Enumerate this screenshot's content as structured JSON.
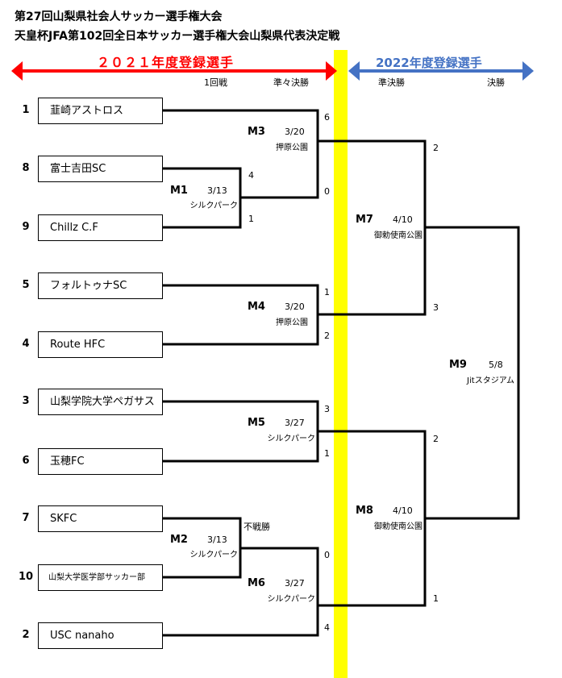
{
  "titles": {
    "line1": "第27回山梨県社会人サッカー選手権大会",
    "line2": "天皇杯JFA第102回全日本サッカー選手権大会山梨県代表決定戦"
  },
  "banners": {
    "left": "２０２１年度登録選手",
    "right": "2022年度登録選手",
    "left_color": "#ff0000",
    "right_color": "#4472c4",
    "divider_color": "#ffff00"
  },
  "round_headers": {
    "r1": "1回戦",
    "qf": "準々決勝",
    "sf": "準決勝",
    "final": "決勝"
  },
  "teams": [
    {
      "seed": "1",
      "name": "韮崎アストロス"
    },
    {
      "seed": "8",
      "name": "富士吉田SC"
    },
    {
      "seed": "9",
      "name": "Chillz C.F"
    },
    {
      "seed": "5",
      "name": "フォルトゥナSC"
    },
    {
      "seed": "4",
      "name": "Route HFC"
    },
    {
      "seed": "3",
      "name": "山梨学院大学ペガサス"
    },
    {
      "seed": "6",
      "name": "玉穂FC"
    },
    {
      "seed": "7",
      "name": "SKFC"
    },
    {
      "seed": "10",
      "name": "山梨大学医学部サッカー部"
    },
    {
      "seed": "2",
      "name": "USC nanaho"
    }
  ],
  "matches": {
    "m1": {
      "id": "M1",
      "date": "3/13",
      "venue": "シルクパーク"
    },
    "m2": {
      "id": "M2",
      "date": "3/13",
      "venue": "シルクパーク"
    },
    "m3": {
      "id": "M3",
      "date": "3/20",
      "venue": "押原公園"
    },
    "m4": {
      "id": "M4",
      "date": "3/20",
      "venue": "押原公園"
    },
    "m5": {
      "id": "M5",
      "date": "3/27",
      "venue": "シルクパーク"
    },
    "m6": {
      "id": "M6",
      "date": "3/27",
      "venue": "シルクパーク"
    },
    "m7": {
      "id": "M7",
      "date": "4/10",
      "venue": "御勅使南公園"
    },
    "m8": {
      "id": "M8",
      "date": "4/10",
      "venue": "御勅使南公園"
    },
    "m9": {
      "id": "M9",
      "date": "5/8",
      "venue": "Jitスタジアム"
    }
  },
  "scores": {
    "m1_top": "4",
    "m1_bot": "1",
    "m2_note": "不戦勝",
    "m3_top": "6",
    "m3_bot": "0",
    "m4_top": "1",
    "m4_bot": "2",
    "m5_top": "3",
    "m5_bot": "1",
    "m6_top": "0",
    "m6_bot": "4",
    "m7_top": "2",
    "m7_bot": "3",
    "m8_top": "2",
    "m8_bot": "1"
  }
}
